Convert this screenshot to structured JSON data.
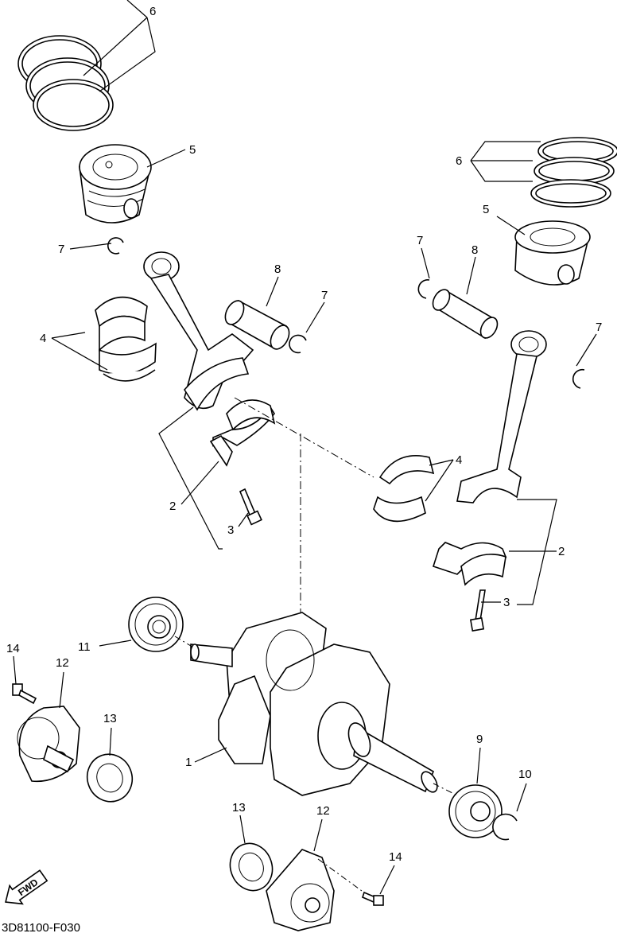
{
  "diagram_code": "3D81100-F030",
  "fwd_label": "FWD",
  "callouts": [
    {
      "id": "c6a",
      "label": "6"
    },
    {
      "id": "c5a",
      "label": "5"
    },
    {
      "id": "c7a",
      "label": "7"
    },
    {
      "id": "c8a",
      "label": "8"
    },
    {
      "id": "c7b",
      "label": "7"
    },
    {
      "id": "c4a",
      "label": "4"
    },
    {
      "id": "c2a",
      "label": "2"
    },
    {
      "id": "c3a",
      "label": "3"
    },
    {
      "id": "c6b",
      "label": "6"
    },
    {
      "id": "c5b",
      "label": "5"
    },
    {
      "id": "c7c",
      "label": "7"
    },
    {
      "id": "c8b",
      "label": "8"
    },
    {
      "id": "c7d",
      "label": "7"
    },
    {
      "id": "c4b",
      "label": "4"
    },
    {
      "id": "c2b",
      "label": "2"
    },
    {
      "id": "c3b",
      "label": "3"
    },
    {
      "id": "c11",
      "label": "11"
    },
    {
      "id": "c14a",
      "label": "14"
    },
    {
      "id": "c12a",
      "label": "12"
    },
    {
      "id": "c13a",
      "label": "13"
    },
    {
      "id": "c1",
      "label": "1"
    },
    {
      "id": "c9",
      "label": "9"
    },
    {
      "id": "c10",
      "label": "10"
    },
    {
      "id": "c13b",
      "label": "13"
    },
    {
      "id": "c12b",
      "label": "12"
    },
    {
      "id": "c14b",
      "label": "14"
    }
  ]
}
